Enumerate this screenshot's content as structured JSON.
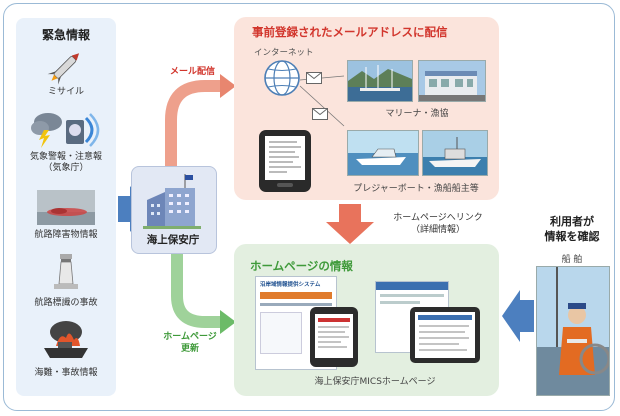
{
  "left_panel": {
    "title": "緊急情報",
    "items": [
      {
        "label": "ミサイル",
        "icon": "missile-icon"
      },
      {
        "label": "気象警報・注意報\n（気象庁）",
        "icon": "weather-warning-icon"
      },
      {
        "label": "航路障害物情報",
        "icon": "obstacle-icon"
      },
      {
        "label": "航路標識の事故",
        "icon": "lighthouse-icon"
      },
      {
        "label": "海難・事故情報",
        "icon": "ship-fire-icon"
      }
    ]
  },
  "coast_guard": {
    "label": "海上保安庁"
  },
  "arrows": {
    "mail": "メール配信",
    "homepage_update": "ホームページ\n更新",
    "homepage_link": "ホームページへリンク\n（詳細情報）"
  },
  "top_box": {
    "title": "事前登録されたメールアドレスに配信",
    "internet_label": "インターネット",
    "marina_caption": "マリーナ・漁協",
    "boat_caption": "プレジャーボート・漁船船主等"
  },
  "bottom_box": {
    "title": "ホームページの情報",
    "caption": "海上保安庁MICSホームページ",
    "site_title": "沿岸域情報提供システム"
  },
  "user": {
    "title": "利用者が\n情報を確認",
    "subtitle": "船 舶"
  },
  "colors": {
    "mail_arrow": "#e8866f",
    "update_arrow": "#7cc07a",
    "link_arrow": "#e8735c",
    "input_arrow": "#4c7fbf",
    "red_title": "#d2362d",
    "green_title": "#3f9a3a"
  }
}
